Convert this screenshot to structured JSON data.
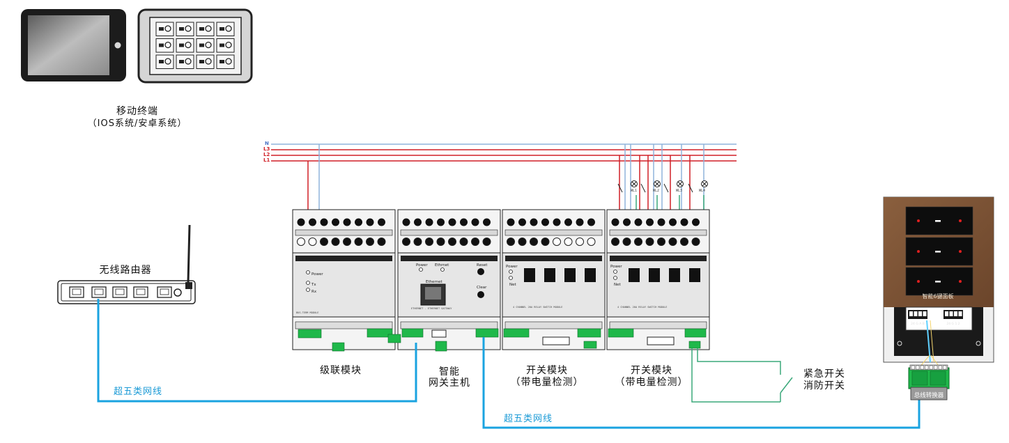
{
  "colors": {
    "neutral_line": "#8fb3dc",
    "phase_line": "#d01f26",
    "network_cable": "#1aa3e0",
    "signal_wire": "#3aa87a",
    "terminal_green": "#1fb84a",
    "module_body": "#e6e6e6",
    "panel_wood": "#7a5236"
  },
  "terminals": {
    "mobile": {
      "label_line1": "移动终端",
      "label_line2": "（IOS系统/安卓系统）"
    }
  },
  "router": {
    "label": "无线路由器"
  },
  "power_bus": {
    "lines": [
      {
        "name": "N",
        "color": "#4a74c6"
      },
      {
        "name": "L3",
        "color": "#d01f26"
      },
      {
        "name": "L2",
        "color": "#d01f26"
      },
      {
        "name": "L1",
        "color": "#d01f26"
      }
    ]
  },
  "modules": {
    "cascade": {
      "label": "级联模块",
      "leds": [
        "Power",
        "Tx",
        "Rx"
      ],
      "model_text": "BUS-TERM MODULE"
    },
    "gateway": {
      "label_line1": "智能",
      "label_line2": "网关主机",
      "power_label": "Power",
      "ethernet_led_label": "Ethrnet",
      "ethernet_port_label": "Ethernet",
      "reset_label": "Reset",
      "clear_label": "Clear",
      "model_text": "ETHERNET - ETHERNET GATEWAY"
    },
    "switch1": {
      "label_line1": "开关模块",
      "label_line2": "（带电量检测）",
      "leds": [
        "Power",
        "Net"
      ],
      "model_text": "4 CHANNEL 20A RELAY SWITCH MODULE"
    },
    "switch2": {
      "label_line1": "开关模块",
      "label_line2": "（带电量检测）",
      "leds": [
        "Power",
        "Net"
      ],
      "model_text": "4 CHANNEL 20A RELAY SWITCH MODULE"
    }
  },
  "loads": [
    "WL1",
    "WL2",
    "WL3",
    "WL4"
  ],
  "emergency": {
    "label_line1": "紧急开关",
    "label_line2": "消防开关"
  },
  "cables": {
    "cable_a": "超五类网线",
    "cable_b": "超五类网线"
  },
  "panel": {
    "label": "智能6键面板",
    "terminal_labels_left": "24 G A B",
    "terminal_labels_right": "24 G 1 2"
  },
  "converter": {
    "label": "总线转换器"
  }
}
